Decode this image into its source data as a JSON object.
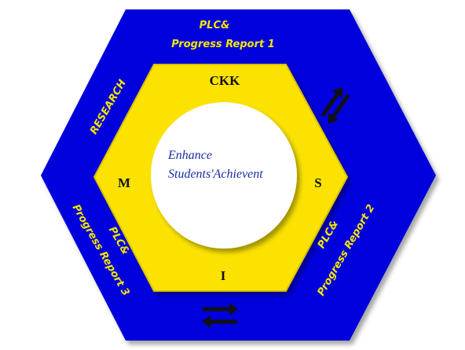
{
  "colors": {
    "outer_hexagon": "#0000dd",
    "inner_hexagon": "#fbe200",
    "center_circle": "#ffffff",
    "outer_label_text": "#f5e600",
    "center_text": "#1a2ca8",
    "arrows": "#111111"
  },
  "outer_labels": {
    "top_line1": "PLC&",
    "top_line2": "Progress  Report 1",
    "left": "RESEARCH",
    "right_line1": "PLC&",
    "right_line2": "Progress  Report 2",
    "bottom_left_line1": "PLC&",
    "bottom_left_line2": "Progress  Report 3"
  },
  "inner_letters": {
    "top": "CKK",
    "left": "M",
    "right": "S",
    "bottom": "I"
  },
  "center": {
    "line1": "Enhance",
    "line2": "Students'Achievent"
  },
  "icons": [
    "exchange-arrows-icon",
    "exchange-arrows-icon"
  ]
}
